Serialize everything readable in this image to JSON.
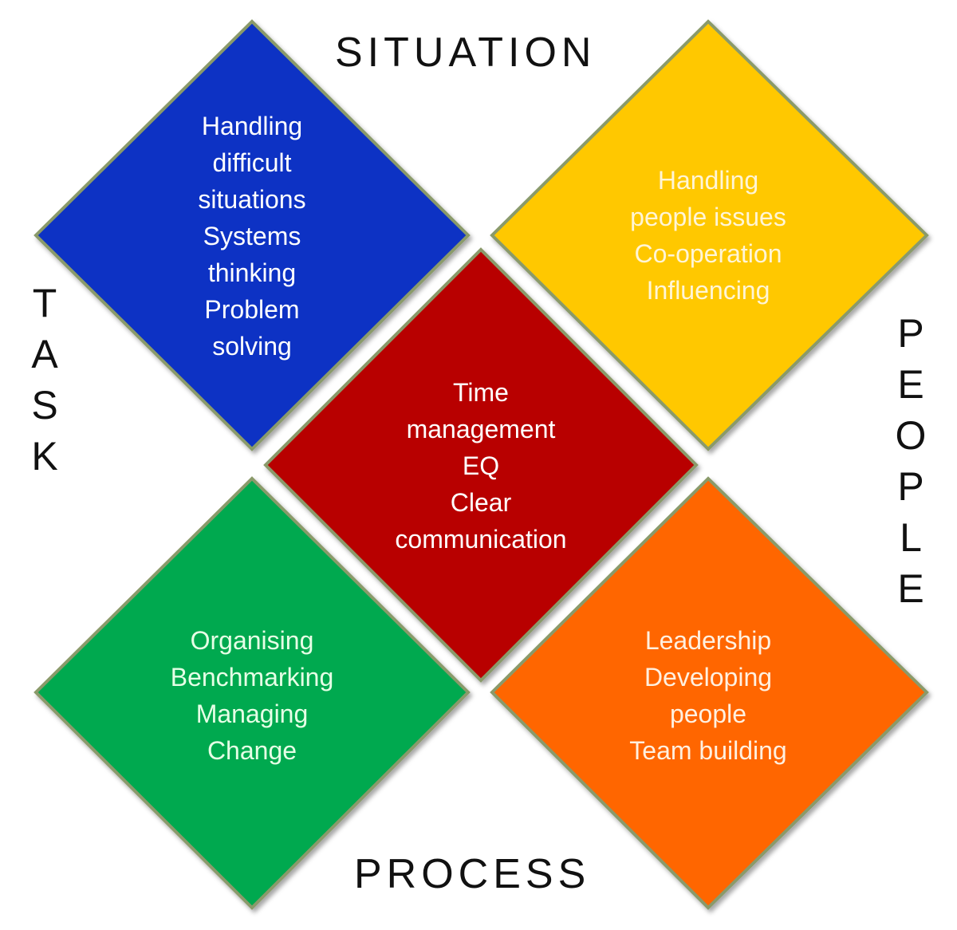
{
  "axis_labels": {
    "top": "SITUATION",
    "bottom": "PROCESS",
    "left": [
      "T",
      "A",
      "S",
      "K"
    ],
    "right": [
      "P",
      "E",
      "O",
      "P",
      "L",
      "E"
    ]
  },
  "diamonds": {
    "blue": {
      "color": "#0A33C4",
      "lines": [
        "Handling",
        "difficult",
        "situations",
        "Systems",
        "thinking",
        "Problem",
        "solving"
      ]
    },
    "yellow": {
      "color": "#FFC800",
      "text_color": "#FFF5D6",
      "lines": [
        "Handling",
        "people issues",
        "Co-operation",
        "Influencing"
      ]
    },
    "red": {
      "color": "#B80000",
      "lines": [
        "Time",
        "management",
        "EQ",
        "Clear",
        "communication"
      ]
    },
    "green": {
      "color": "#00A94F",
      "text_color": "#E6FFE6",
      "lines": [
        "Organising",
        "Benchmarking",
        "Managing",
        "Change"
      ]
    },
    "orange": {
      "color": "#FF6600",
      "text_color": "#FFF0E0",
      "lines": [
        "Leadership",
        "Developing",
        "people",
        "Team building"
      ]
    }
  },
  "border_color": "#8A9A6A"
}
